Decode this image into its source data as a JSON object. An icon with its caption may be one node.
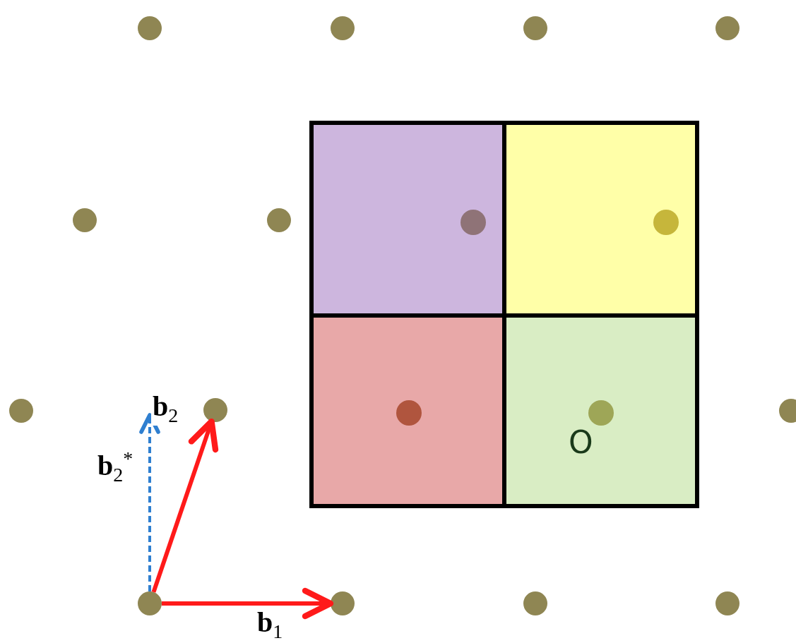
{
  "diagram": {
    "nodes": [
      {
        "text": [],
        "shape": "circle"
      },
      {
        "text": [],
        "shape": "circle"
      },
      {
        "text": [],
        "shape": "circle"
      },
      {
        "text": [],
        "shape": "box"
      },
      {
        "text": [],
        "shape": "box",
        "in": 3
      },
      {
        "text": [],
        "shape": "box",
        "in": 3
      },
      {
        "text": [],
        "shape": "box",
        "in": 3
      },
      {
        "text": [
          "O"
        ],
        "in": 3
      }
    ],
    "edges": [
      {
        "from": 0,
        "to": 1,
        "arrow": "to",
        "label": "**b**$_{1}$"
      },
      {
        "from": 0,
        "to": 2,
        "arrow": "to",
        "label": "**b**$_{2}$"
      },
      {
        "from": 0,
        "to": null,
        "arrow": "to",
        "label": "**b**$_{2}$$^{*}$",
        "style": "dashed",
        "color": "#2f7fd0"
      }
    ]
  }
}
